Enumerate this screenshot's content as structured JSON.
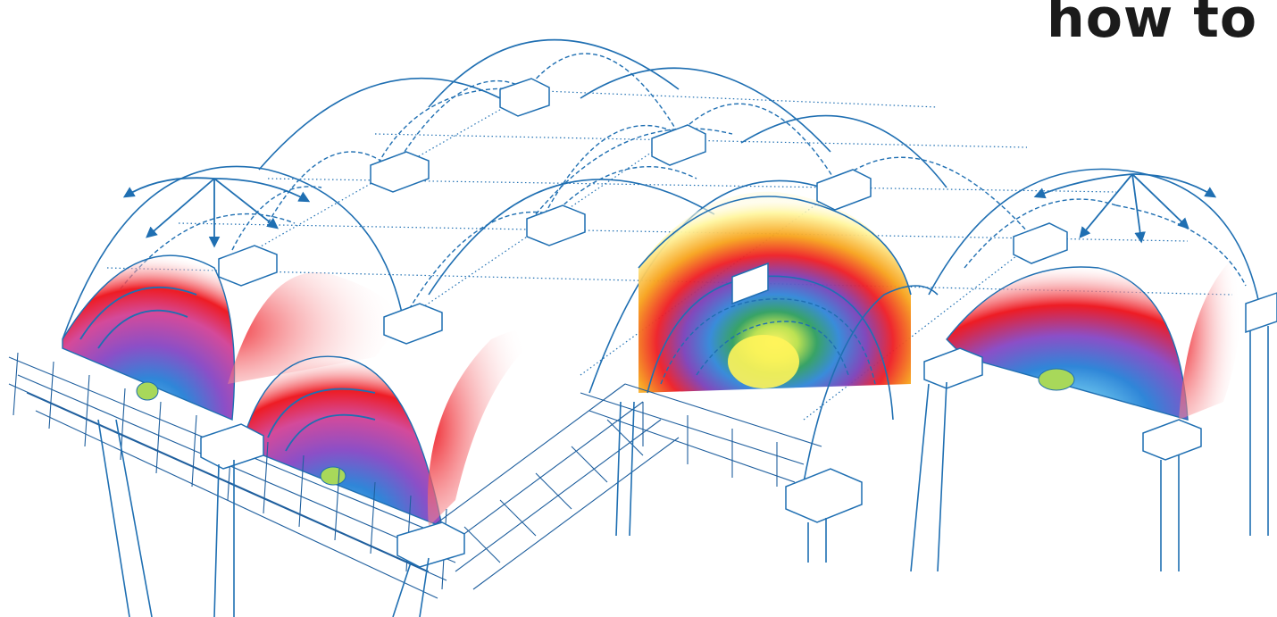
{
  "title": "how to",
  "colors": {
    "line": "#1f6fb2",
    "red": "#ee1c24",
    "purple": "#8b4fc7",
    "blue": "#2f86d8",
    "green": "#a8d85a",
    "yellow": "#fff45a",
    "orange": "#f7a21b",
    "pale_yellow": "#fff6a0"
  },
  "icons": [
    "vault-arch",
    "stress-contour",
    "flow-arrow",
    "reinforcement-mesh",
    "column-block"
  ]
}
